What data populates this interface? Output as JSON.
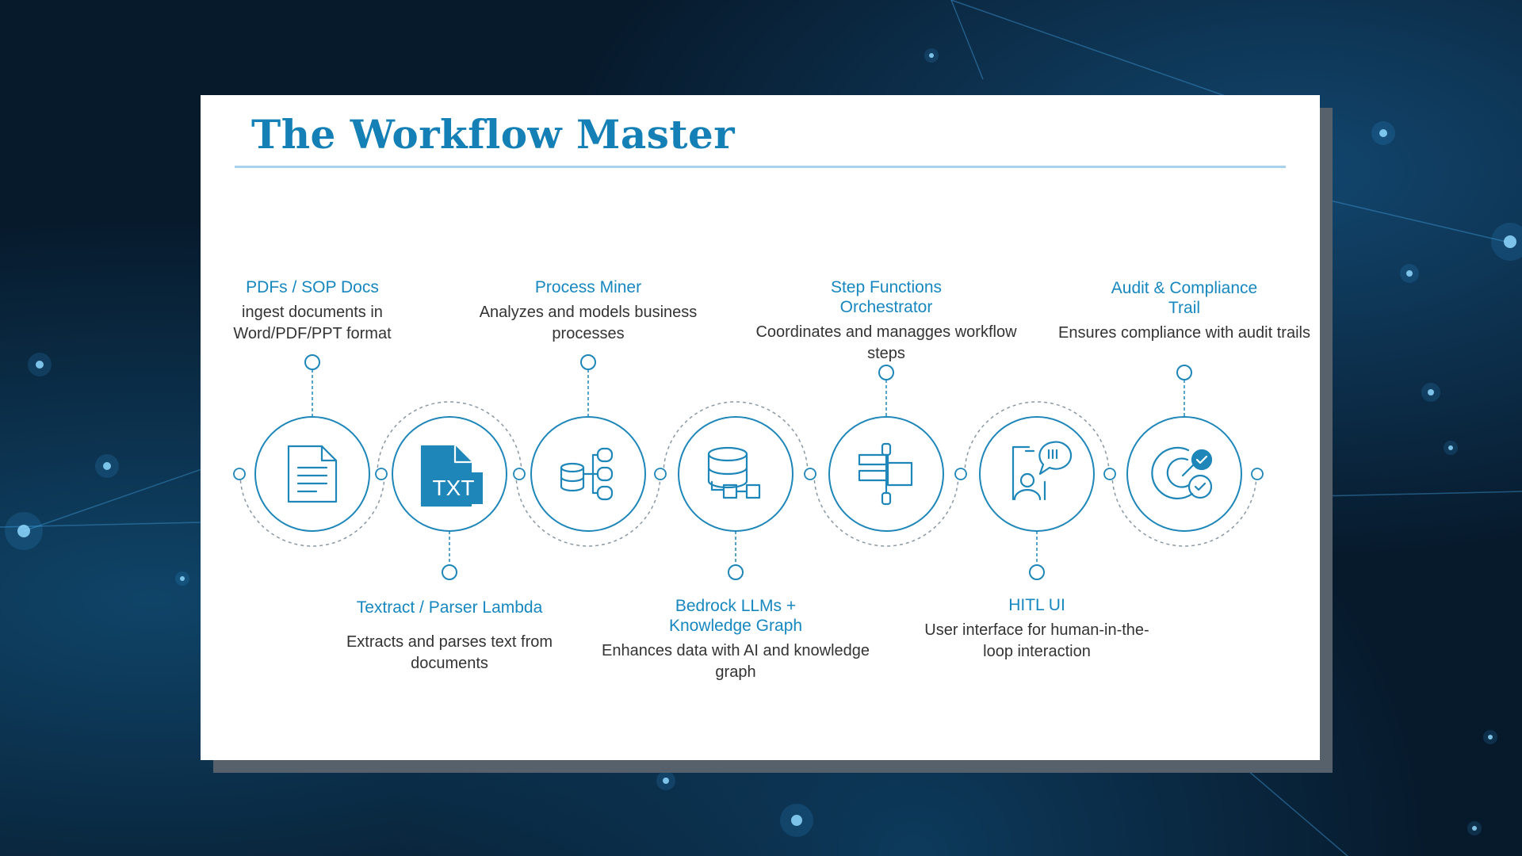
{
  "title": "The Workflow Master",
  "colors": {
    "accent": "#1687bf",
    "circle": "#1e86b8",
    "text": "#333333",
    "background": "#071a2c"
  },
  "steps": [
    {
      "title": "PDFs / SOP Docs",
      "description": "ingest documents in Word/PDF/PPT format",
      "position": "top",
      "icon": "document-icon"
    },
    {
      "title": "Textract / Parser Lambda",
      "description": "Extracts and parses text from documents",
      "position": "bottom",
      "icon": "txt-file-icon",
      "icon_text": "TXT"
    },
    {
      "title": "Process Miner",
      "description": "Analyzes and models business processes",
      "position": "top",
      "icon": "database-hierarchy-icon"
    },
    {
      "title": "Bedrock LLMs + Knowledge Graph",
      "description": "Enhances data with AI and knowledge graph",
      "position": "bottom",
      "icon": "database-graph-icon"
    },
    {
      "title": "Step Functions Orchestrator",
      "description": "Coordinates and managges workflow steps",
      "position": "top",
      "icon": "workflow-blocks-icon"
    },
    {
      "title": "HITL UI",
      "description": "User interface for human-in-the-loop interaction",
      "position": "bottom",
      "icon": "user-chat-icon"
    },
    {
      "title": "Audit & Compliance Trail",
      "description": "Ensures compliance with audit trails",
      "position": "top",
      "icon": "compliance-check-icon"
    }
  ]
}
